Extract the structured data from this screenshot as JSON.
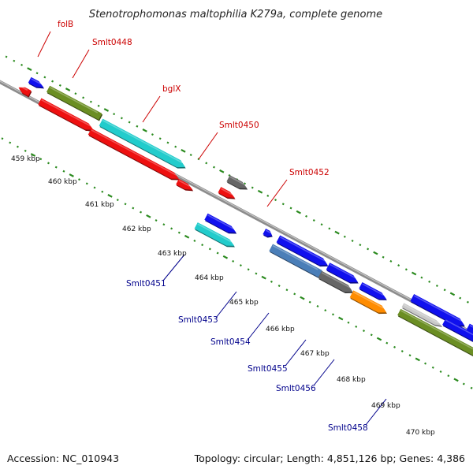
{
  "title": "Stenotrophomonas maltophilia K279a, complete genome",
  "footer": {
    "accession": "Accession: NC_010943",
    "summary": "Topology: circular; Length: 4,851,126 bp; Genes: 4,386"
  },
  "colors": {
    "backbone": "#8c8c8c",
    "scale_ticks": "#2a8a1e",
    "label_top": "#cc0000",
    "label_bottom": "#00008b",
    "blue": "#1010ee",
    "red": "#ee1010",
    "olive": "#6b8e23",
    "cyan": "#22cccc",
    "gray": "#666666",
    "steelblue": "#4a7eb8",
    "orange": "#ff8c00",
    "lightgray": "#c8c8c8"
  },
  "scale": {
    "unit": "kbp",
    "labels": [
      "459 kbp",
      "460 kbp",
      "461 kbp",
      "462 kbp",
      "463 kbp",
      "464 kbp",
      "465 kbp",
      "466 kbp",
      "467 kbp",
      "468 kbp",
      "469 kbp",
      "470 kbp"
    ]
  },
  "labels_top": [
    {
      "id": "folb",
      "text": "folB"
    },
    {
      "id": "smlt0448",
      "text": "Smlt0448"
    },
    {
      "id": "bglx",
      "text": "bglX"
    },
    {
      "id": "smlt0450",
      "text": "Smlt0450"
    },
    {
      "id": "smlt0452",
      "text": "Smlt0452"
    }
  ],
  "labels_bottom": [
    {
      "id": "smlt0451",
      "text": "Smlt0451"
    },
    {
      "id": "smlt0453",
      "text": "Smlt0453"
    },
    {
      "id": "smlt0454",
      "text": "Smlt0454"
    },
    {
      "id": "smlt0455",
      "text": "Smlt0455"
    },
    {
      "id": "smlt0456",
      "text": "Smlt0456"
    },
    {
      "id": "smlt0458",
      "text": "Smlt0458"
    }
  ],
  "features": [
    {
      "color": "blue",
      "dir": "fwd"
    },
    {
      "color": "red",
      "dir": "rev"
    },
    {
      "color": "olive",
      "dir": "none"
    },
    {
      "color": "red",
      "dir": "fwd"
    },
    {
      "color": "cyan",
      "dir": "fwd"
    },
    {
      "color": "red",
      "dir": "fwd"
    },
    {
      "color": "red",
      "dir": "fwd"
    },
    {
      "color": "gray",
      "dir": "fwd"
    },
    {
      "color": "red",
      "dir": "fwd"
    },
    {
      "color": "blue",
      "dir": "fwd"
    },
    {
      "color": "cyan",
      "dir": "fwd"
    },
    {
      "color": "blue",
      "dir": "fwd"
    },
    {
      "color": "blue",
      "dir": "fwd"
    },
    {
      "color": "steelblue",
      "dir": "none"
    },
    {
      "color": "blue",
      "dir": "fwd"
    },
    {
      "color": "gray",
      "dir": "fwd"
    },
    {
      "color": "blue",
      "dir": "fwd"
    },
    {
      "color": "orange",
      "dir": "fwd"
    },
    {
      "color": "blue",
      "dir": "fwd"
    },
    {
      "color": "lightgray",
      "dir": "fwd"
    },
    {
      "color": "blue",
      "dir": "fwd"
    },
    {
      "color": "olive",
      "dir": "fwd"
    },
    {
      "color": "blue",
      "dir": "fwd"
    }
  ]
}
